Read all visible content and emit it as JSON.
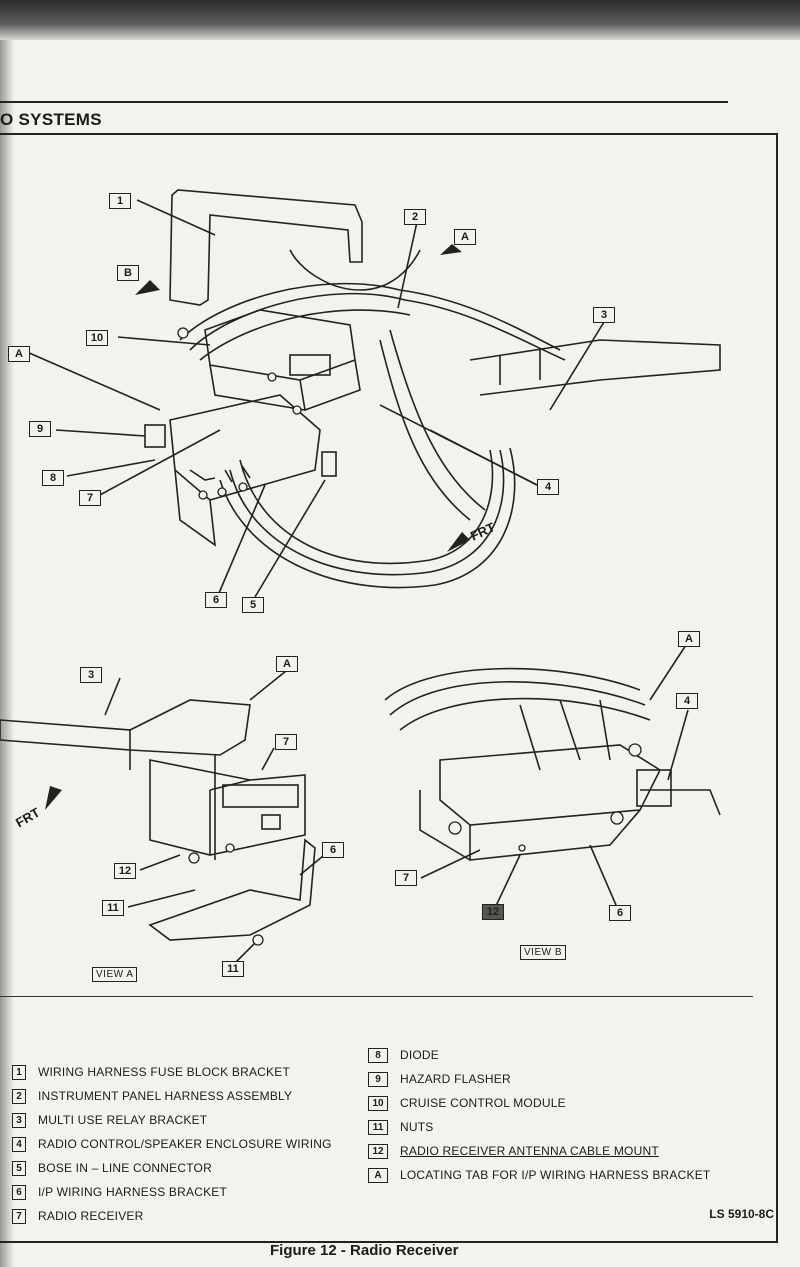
{
  "section_title": "O SYSTEMS",
  "diagram": {
    "callouts_main": {
      "c1": "1",
      "c2": "2",
      "c3": "3",
      "c4": "4",
      "c5": "5",
      "c6": "6",
      "c7": "7",
      "c8": "8",
      "c9": "9",
      "c10": "10",
      "cA": "A",
      "cA2": "A",
      "cB": "B"
    },
    "front_label": "FRT",
    "view_a": {
      "title": "VIEW A",
      "c3": "3",
      "cA": "A",
      "c7": "7",
      "c12": "12",
      "c11a": "11",
      "c11b": "11",
      "c6": "6",
      "front_label": "FRT"
    },
    "view_b": {
      "title": "VIEW B",
      "cA": "A",
      "c4": "4",
      "c7": "7",
      "c12": "12",
      "c6": "6"
    }
  },
  "legend_left": [
    {
      "num": "1",
      "text": "WIRING HARNESS FUSE BLOCK BRACKET"
    },
    {
      "num": "2",
      "text": "INSTRUMENT PANEL HARNESS ASSEMBLY"
    },
    {
      "num": "3",
      "text": "MULTI USE RELAY BRACKET"
    },
    {
      "num": "4",
      "text": "RADIO CONTROL/SPEAKER ENCLOSURE WIRING"
    },
    {
      "num": "5",
      "text": "BOSE IN – LINE CONNECTOR"
    },
    {
      "num": "6",
      "text": "I/P WIRING HARNESS BRACKET"
    },
    {
      "num": "7",
      "text": "RADIO RECEIVER"
    }
  ],
  "legend_right": [
    {
      "num": "8",
      "text": "DIODE"
    },
    {
      "num": "9",
      "text": "HAZARD FLASHER"
    },
    {
      "num": "10",
      "text": "CRUISE CONTROL MODULE"
    },
    {
      "num": "11",
      "text": "NUTS"
    },
    {
      "num": "12",
      "text": "RADIO RECEIVER ANTENNA CABLE MOUNT"
    },
    {
      "num": "A",
      "text": "LOCATING TAB FOR I/P WIRING HARNESS BRACKET"
    }
  ],
  "figure_code": "LS 5910-8C",
  "figure_caption": "Figure 12 - Radio Receiver"
}
